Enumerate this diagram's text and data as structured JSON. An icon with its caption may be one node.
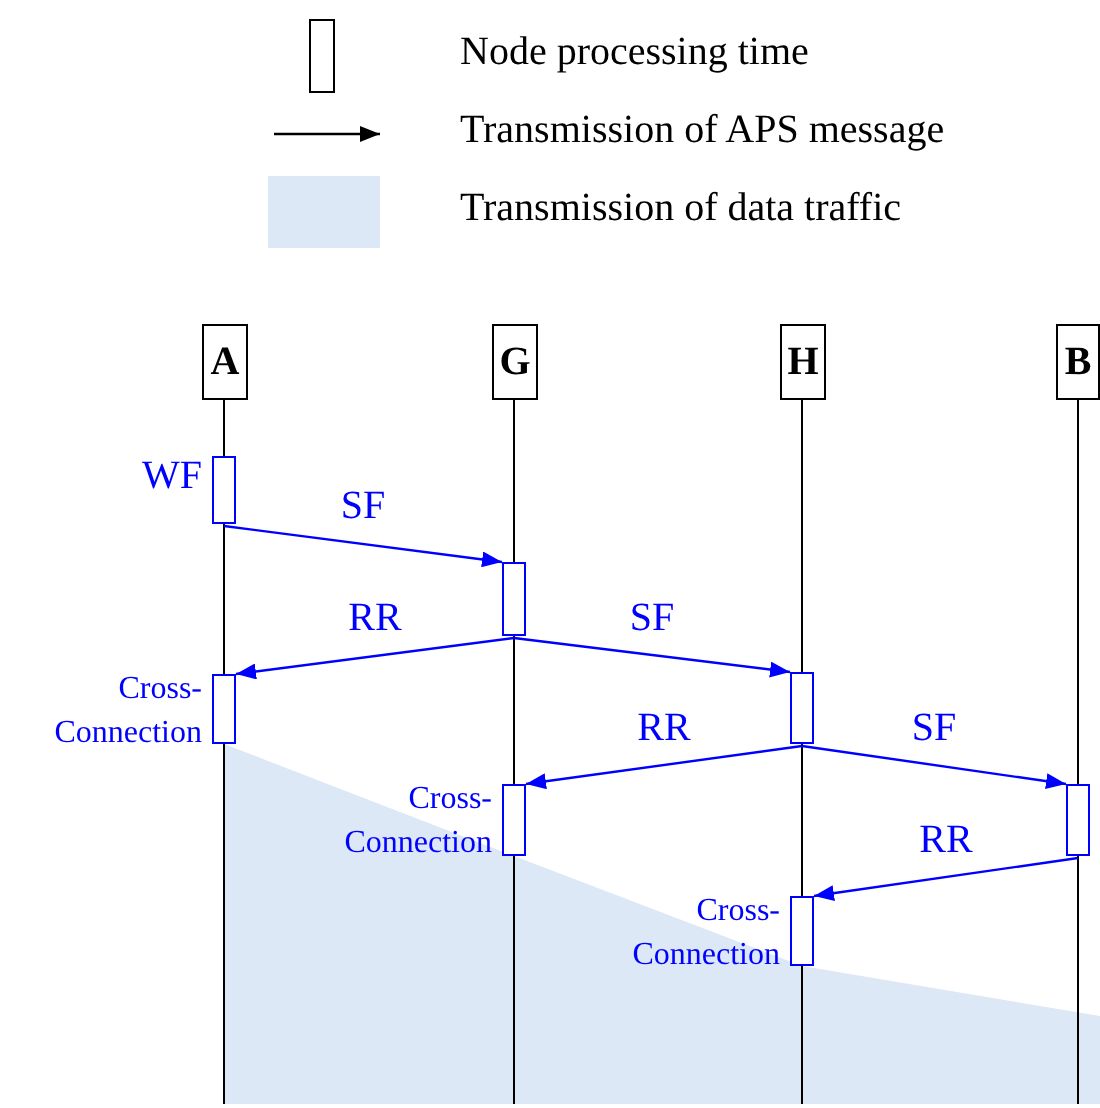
{
  "diagram": {
    "nodes": [
      {
        "text": [
          "A"
        ]
      },
      {
        "text": [
          "G"
        ]
      },
      {
        "text": [
          "H"
        ]
      },
      {
        "text": [
          "B"
        ]
      },
      {
        "text": [],
        "shape": "box",
        "beside": [
          "WF"
        ]
      },
      {
        "text": [],
        "shape": "box"
      },
      {
        "text": [],
        "shape": "box",
        "beside": [
          "Cross- Connection"
        ]
      },
      {
        "text": [],
        "shape": "box"
      },
      {
        "text": [],
        "shape": "box",
        "beside": [
          "Cross- Connection"
        ]
      },
      {
        "text": [],
        "shape": "box"
      },
      {
        "text": [],
        "shape": "box",
        "beside": [
          "Cross- Connection"
        ]
      }
    ],
    "edges": [
      {
        "from": 4,
        "to": 5,
        "arrow": "to",
        "label": "SF"
      },
      {
        "from": 5,
        "to": 6,
        "arrow": "to",
        "label": "RR"
      },
      {
        "from": 5,
        "to": 7,
        "arrow": "to",
        "label": "SF"
      },
      {
        "from": 7,
        "to": 8,
        "arrow": "to",
        "label": "RR"
      },
      {
        "from": 7,
        "to": 9,
        "arrow": "to",
        "label": "SF"
      },
      {
        "from": 9,
        "to": 10,
        "arrow": "to",
        "label": "RR"
      }
    ],
    "legend": [
      {
        "text": "Node processing time"
      },
      {
        "text": "Transmission of APS message"
      },
      {
        "text": "Transmission of data traffic",
        "color": "#dce8f5"
      }
    ]
  }
}
